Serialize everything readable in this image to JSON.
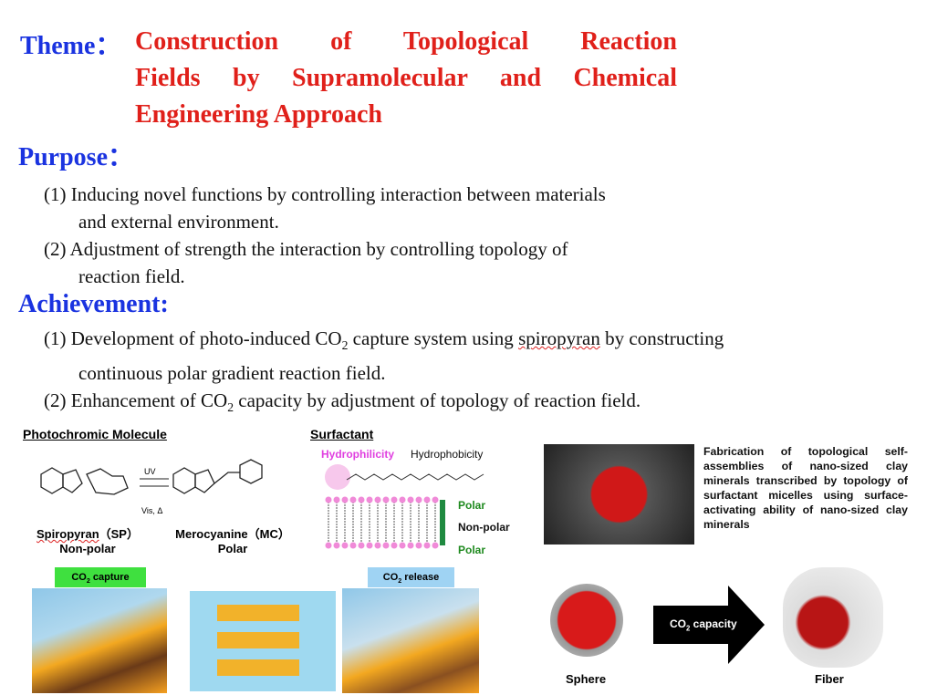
{
  "theme": {
    "label": "Theme",
    "colon": "：",
    "title_lines": [
      "Construction of Topological Reaction",
      "Fields by Supramolecular and Chemical",
      "Engineering Approach"
    ]
  },
  "purpose": {
    "label": "Purpose",
    "colon": "：",
    "items": [
      {
        "line1": "(1) Inducing novel functions by controlling interaction between materials",
        "line2": "and external environment."
      },
      {
        "line1": "(2) Adjustment of strength the interaction by controlling topology of",
        "line2": "reaction field."
      }
    ]
  },
  "achievement": {
    "label": "Achievement:",
    "item1": {
      "a": "(1) Development of photo-induced CO",
      "sub": "2",
      "b": " capture system using ",
      "c": "spiropyran",
      "d": " by constructing",
      "line2": "continuous polar gradient reaction field."
    },
    "item2": {
      "a": "(2) Enhancement of CO",
      "sub": "2",
      "b": " capacity by adjustment of topology of reaction field."
    }
  },
  "photochromic": {
    "heading": "Photochromic Molecule",
    "uv": "UV",
    "vis": "Vis, Δ",
    "sp_name": "Spiropyran",
    "sp_abbr": "（SP）",
    "sp_polarity": "Non-polar",
    "mc_name": "Merocyanine（MC）",
    "mc_polarity": "Polar"
  },
  "surfactant": {
    "heading": "Surfactant",
    "hydrophilicity": "Hydrophilicity",
    "hydrophobicity": "Hydrophobicity",
    "polar_top": "Polar",
    "nonpolar": "Non-polar",
    "polar_bottom": "Polar"
  },
  "capture": {
    "capture_label": "CO",
    "capture_sub": "2",
    "capture_rest": " capture",
    "release_label": "CO",
    "release_sub": "2",
    "release_rest": " release"
  },
  "clay": {
    "description": "Fabrication of topological self-assemblies of nano-sized clay minerals transcribed by topology of surfactant micelles using surface-activating ability of nano-sized clay minerals",
    "arrow_label": "CO",
    "arrow_sub": "2",
    "arrow_rest": " capacity",
    "sphere": "Sphere",
    "fiber": "Fiber"
  }
}
